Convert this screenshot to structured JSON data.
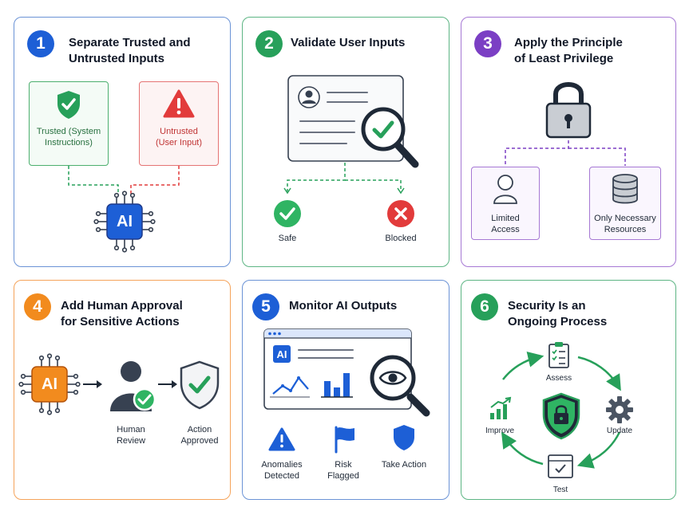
{
  "colors": {
    "blue": "#1d5fd6",
    "green": "#27a05a",
    "purple": "#7b3fc4",
    "orange": "#f28b1e",
    "red": "#e23b3b",
    "card1_border": "#6b93d6",
    "card2_border": "#5db584",
    "card3_border": "#a678d4",
    "card4_border": "#f5a35a",
    "card5_border": "#6b93d6",
    "card6_border": "#5db584"
  },
  "cards": [
    {
      "number": "1",
      "title_line1": "Separate Trusted and",
      "title_line2": "Untrusted Inputs",
      "trusted_label": "Trusted (System Instructions)",
      "untrusted_label": "Untrusted (User Input)",
      "ai_label": "AI"
    },
    {
      "number": "2",
      "title_line1": "Validate User Inputs",
      "safe_label": "Safe",
      "blocked_label": "Blocked"
    },
    {
      "number": "3",
      "title_line1": "Apply the Principle",
      "title_line2": "of Least Privilege",
      "limited_access_label": "Limited Access",
      "resources_label": "Only Necessary Resources"
    },
    {
      "number": "4",
      "title_line1": "Add Human Approval",
      "title_line2": "for Sensitive Actions",
      "ai_label": "AI",
      "human_review_label": "Human Review",
      "action_approved_label": "Action Approved"
    },
    {
      "number": "5",
      "title_line1": "Monitor AI Outputs",
      "ai_label": "AI",
      "anomalies_label": "Anomalies Detected",
      "risk_label": "Risk Flagged",
      "take_action_label": "Take Action"
    },
    {
      "number": "6",
      "title_line1": "Security Is an",
      "title_line2": "Ongoing Process",
      "assess_label": "Assess",
      "update_label": "Update",
      "test_label": "Test",
      "improve_label": "Improve"
    }
  ],
  "icons": [
    "shield-check-icon",
    "warning-icon",
    "ai-chip-icon",
    "document-icon",
    "magnifier-check-icon",
    "check-circle-icon",
    "x-circle-icon",
    "lock-icon",
    "user-icon",
    "database-icon",
    "human-check-icon",
    "shield-approved-icon",
    "eye-magnifier-icon",
    "chart-icon",
    "flag-icon",
    "shield-icon",
    "checklist-icon",
    "gear-icon",
    "browser-check-icon",
    "growth-icon"
  ]
}
